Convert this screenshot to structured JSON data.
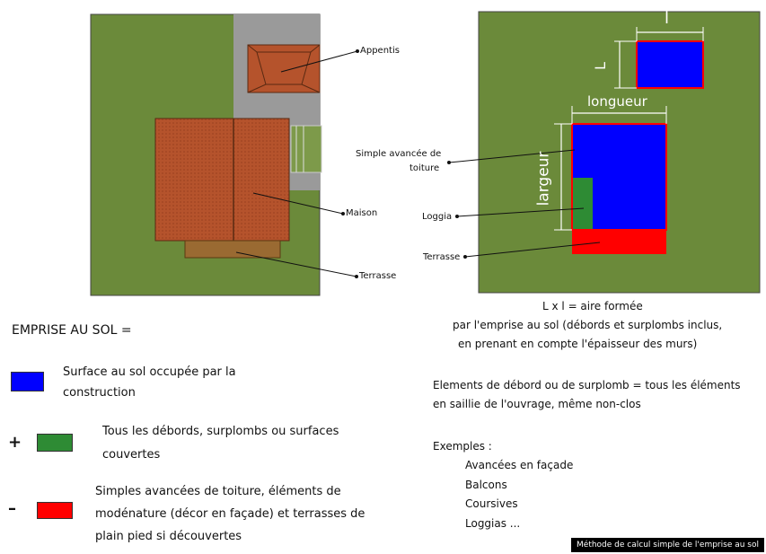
{
  "left_plan": {
    "labels": {
      "appentis": "Appentis",
      "maison": "Maison",
      "terrasse": "Terrasse"
    }
  },
  "right_plan": {
    "dims": {
      "small_l": "l",
      "small_L": "L",
      "longueur": "longueur",
      "largeur": "largeur"
    },
    "labels": {
      "avancee_line1": "Simple avancée de",
      "avancee_line2": "toiture",
      "loggia": "Loggia",
      "terrasse": "Terrasse"
    },
    "formula": {
      "line1": "L x l = aire formée",
      "line2": "par l'emprise au sol (débords et surplombs inclus,",
      "line3": "en prenant en compte l'épaisseur des murs)"
    }
  },
  "legend": {
    "title": "EMPRISE AU SOL =",
    "items": [
      {
        "sign": "",
        "color": "#0000ff",
        "line1": "Surface au sol occupée par la",
        "line2": "construction",
        "line3": ""
      },
      {
        "sign": "+",
        "color": "#2e8b34",
        "line1": "Tous les débords, surplombs ou surfaces",
        "line2": "couvertes",
        "line3": ""
      },
      {
        "sign": "–",
        "color": "#ff0000",
        "line1": "Simples avancées de toiture, éléments de",
        "line2": "modénature (décor en façade) et terrasses de",
        "line3": "plain pied si découvertes"
      }
    ]
  },
  "notes": {
    "elements_line1": "Elements de débord ou de surplomb = tous les éléments",
    "elements_line2": "en saillie de l'ouvrage, même non-clos",
    "examples_title": "Exemples :",
    "examples": [
      "Avancées en façade",
      "Balcons",
      "Coursives",
      "Loggias ..."
    ]
  },
  "caption": "Méthode de calcul simple de l'emprise au sol",
  "colors": {
    "grass": "#6b8a3a",
    "roof": "#b5532c",
    "terrace_wood": "#9a6a32",
    "paving": "#9a9a9a",
    "blue": "#0000ff",
    "green": "#2e8b34",
    "red": "#ff0000"
  }
}
